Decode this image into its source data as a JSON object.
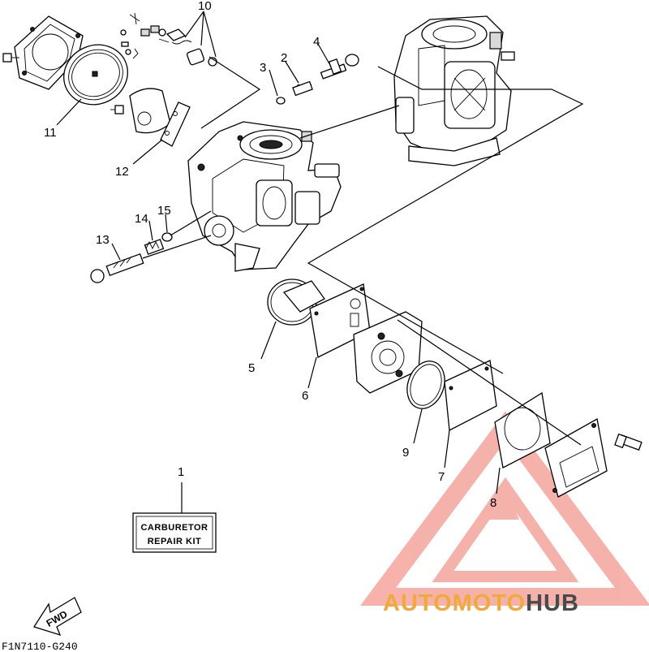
{
  "callouts": [
    {
      "id": "1",
      "label": "1"
    },
    {
      "id": "2",
      "label": "2"
    },
    {
      "id": "3",
      "label": "3"
    },
    {
      "id": "4",
      "label": "4"
    },
    {
      "id": "5",
      "label": "5"
    },
    {
      "id": "6",
      "label": "6"
    },
    {
      "id": "7",
      "label": "7"
    },
    {
      "id": "8",
      "label": "8"
    },
    {
      "id": "9",
      "label": "9"
    },
    {
      "id": "10",
      "label": "10"
    },
    {
      "id": "11",
      "label": "11"
    },
    {
      "id": "12",
      "label": "12"
    },
    {
      "id": "13",
      "label": "13"
    },
    {
      "id": "14",
      "label": "14"
    },
    {
      "id": "15",
      "label": "15"
    }
  ],
  "repair_kit": {
    "line1": "CARBURETOR",
    "line2": "REPAIR KIT"
  },
  "fwd_label": "FWD",
  "diagram_code": "F1N7110-G240",
  "watermark": {
    "part1": "AUTOMOTO",
    "part2": "HUB",
    "color_primary": "#f26b5b",
    "color_secondary": "#f2a93b",
    "color_dark": "#4a4a4a"
  }
}
